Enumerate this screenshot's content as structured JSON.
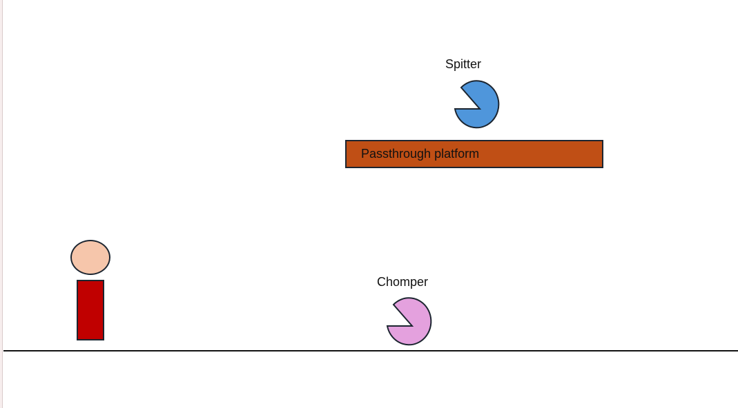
{
  "scene": {
    "platform": {
      "label": "Passthrough platform",
      "color": "#c04f15"
    },
    "player": {
      "head_color": "#f6c6ab",
      "body_color": "#c00000"
    },
    "enemies": [
      {
        "label": "Spitter",
        "color": "#4f96db"
      },
      {
        "label": "Chomper",
        "color": "#e4a1de"
      }
    ],
    "ground_color": "#111111"
  }
}
